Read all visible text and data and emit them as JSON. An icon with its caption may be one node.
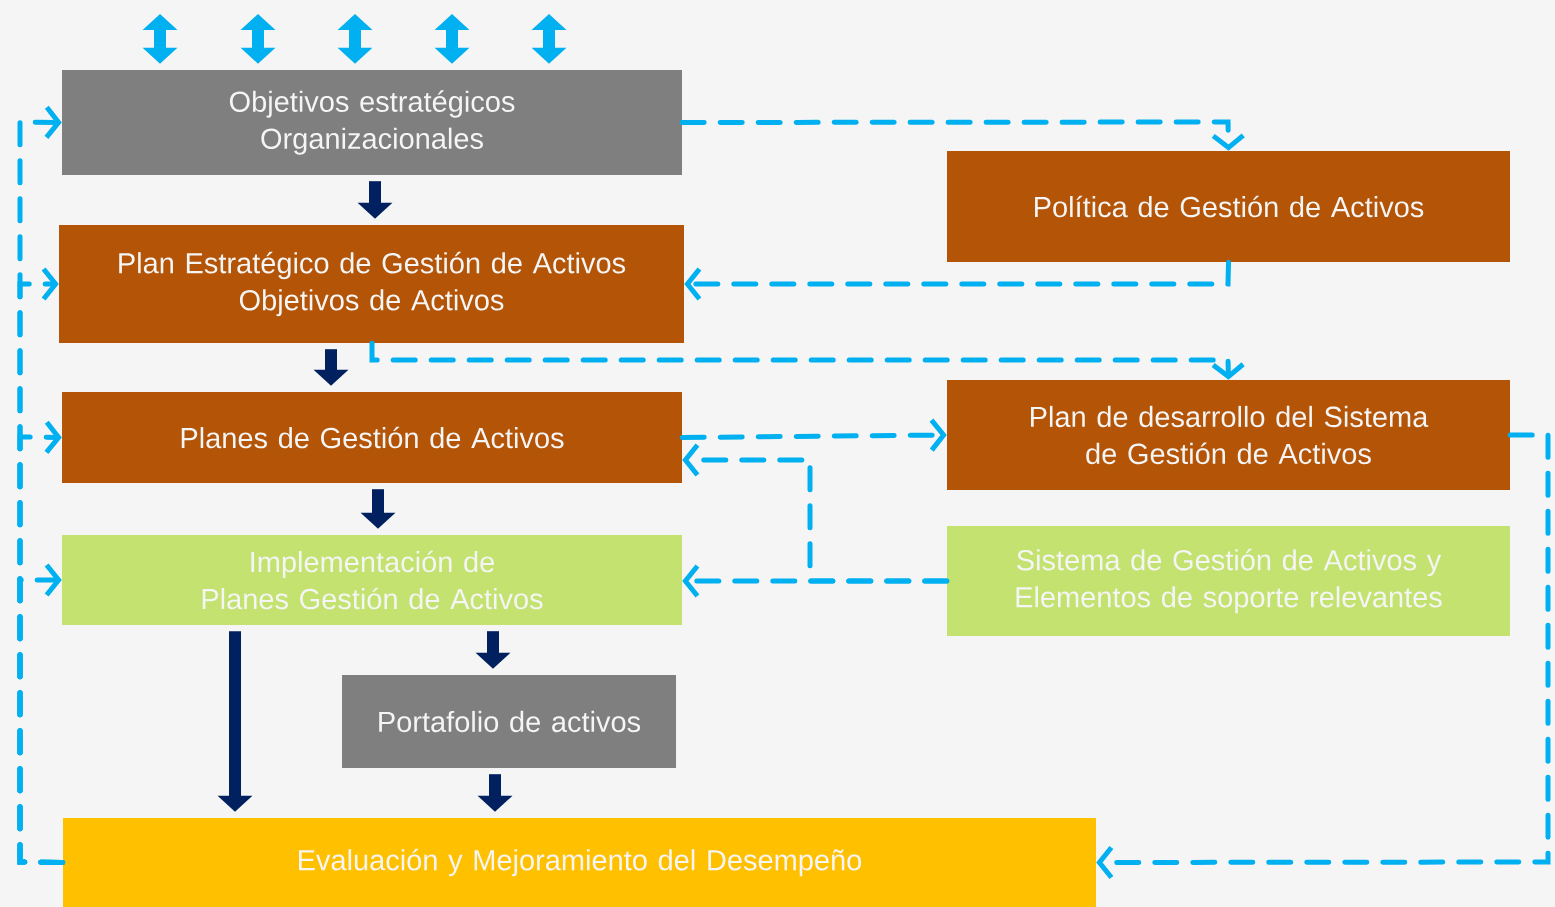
{
  "diagram": {
    "nodes": [
      {
        "text": [
          "Objetivos estratégicos Organizacionales"
        ]
      },
      {
        "text": [
          "Política de Gestión de Activos"
        ]
      },
      {
        "text": [
          "Plan Estratégico de Gestión de Activos",
          "Objetivos de Activos"
        ]
      },
      {
        "text": [
          "Planes de Gestión de Activos"
        ]
      },
      {
        "text": [
          "Plan de desarrollo del Sistema de Gestión de Activos"
        ]
      },
      {
        "text": [
          "Implementación de Planes Gestión de Activos"
        ]
      },
      {
        "text": [
          "Sistema de Gestión de Activos y Elementos de soporte relevantes"
        ]
      },
      {
        "text": [
          "Portafolio de activos"
        ]
      },
      {
        "text": [
          "Evaluación y Mejoramiento del Desempeño"
        ]
      }
    ],
    "edges": [
      {
        "from": null,
        "to": 0,
        "arrow": "both",
        "style": "thick"
      },
      {
        "from": null,
        "to": 0,
        "arrow": "both",
        "style": "thick"
      },
      {
        "from": null,
        "to": 0,
        "arrow": "both",
        "style": "thick"
      },
      {
        "from": null,
        "to": 0,
        "arrow": "both",
        "style": "thick"
      },
      {
        "from": null,
        "to": 0,
        "arrow": "both",
        "style": "thick"
      },
      {
        "from": 0,
        "to": 2,
        "arrow": "to",
        "style": "thick",
        "color": "#002060"
      },
      {
        "from": 2,
        "to": 3,
        "arrow": "to",
        "style": "thick",
        "color": "#002060"
      },
      {
        "from": 3,
        "to": 5,
        "arrow": "to",
        "style": "thick",
        "color": "#002060"
      },
      {
        "from": 5,
        "to": 7,
        "arrow": "to",
        "style": "thick",
        "color": "#002060"
      },
      {
        "from": 5,
        "to": 8,
        "arrow": "to",
        "style": "thick",
        "color": "#002060"
      },
      {
        "from": 7,
        "to": 8,
        "arrow": "to",
        "style": "thick",
        "color": "#002060"
      },
      {
        "from": 0,
        "to": 1,
        "arrow": "to",
        "style": "dashed"
      },
      {
        "from": 1,
        "to": 2,
        "arrow": "to",
        "style": "dashed"
      },
      {
        "from": 2,
        "to": 4,
        "arrow": "to",
        "style": "dashed"
      },
      {
        "from": 3,
        "to": 4,
        "arrow": "to",
        "style": "dashed"
      },
      {
        "from": 6,
        "to": 5,
        "arrow": "to",
        "style": "dashed"
      },
      {
        "from": 6,
        "to": 3,
        "arrow": "to",
        "style": "dashed"
      },
      {
        "from": 8,
        "to": 0,
        "arrow": "to",
        "style": "dashed"
      },
      {
        "from": 8,
        "to": 2,
        "arrow": "to",
        "style": "dashed"
      },
      {
        "from": 8,
        "to": 3,
        "arrow": "to",
        "style": "dashed"
      },
      {
        "from": 8,
        "to": 5,
        "arrow": "to",
        "style": "dashed"
      },
      {
        "from": 4,
        "to": 8,
        "arrow": "to",
        "style": "dashed"
      }
    ]
  }
}
